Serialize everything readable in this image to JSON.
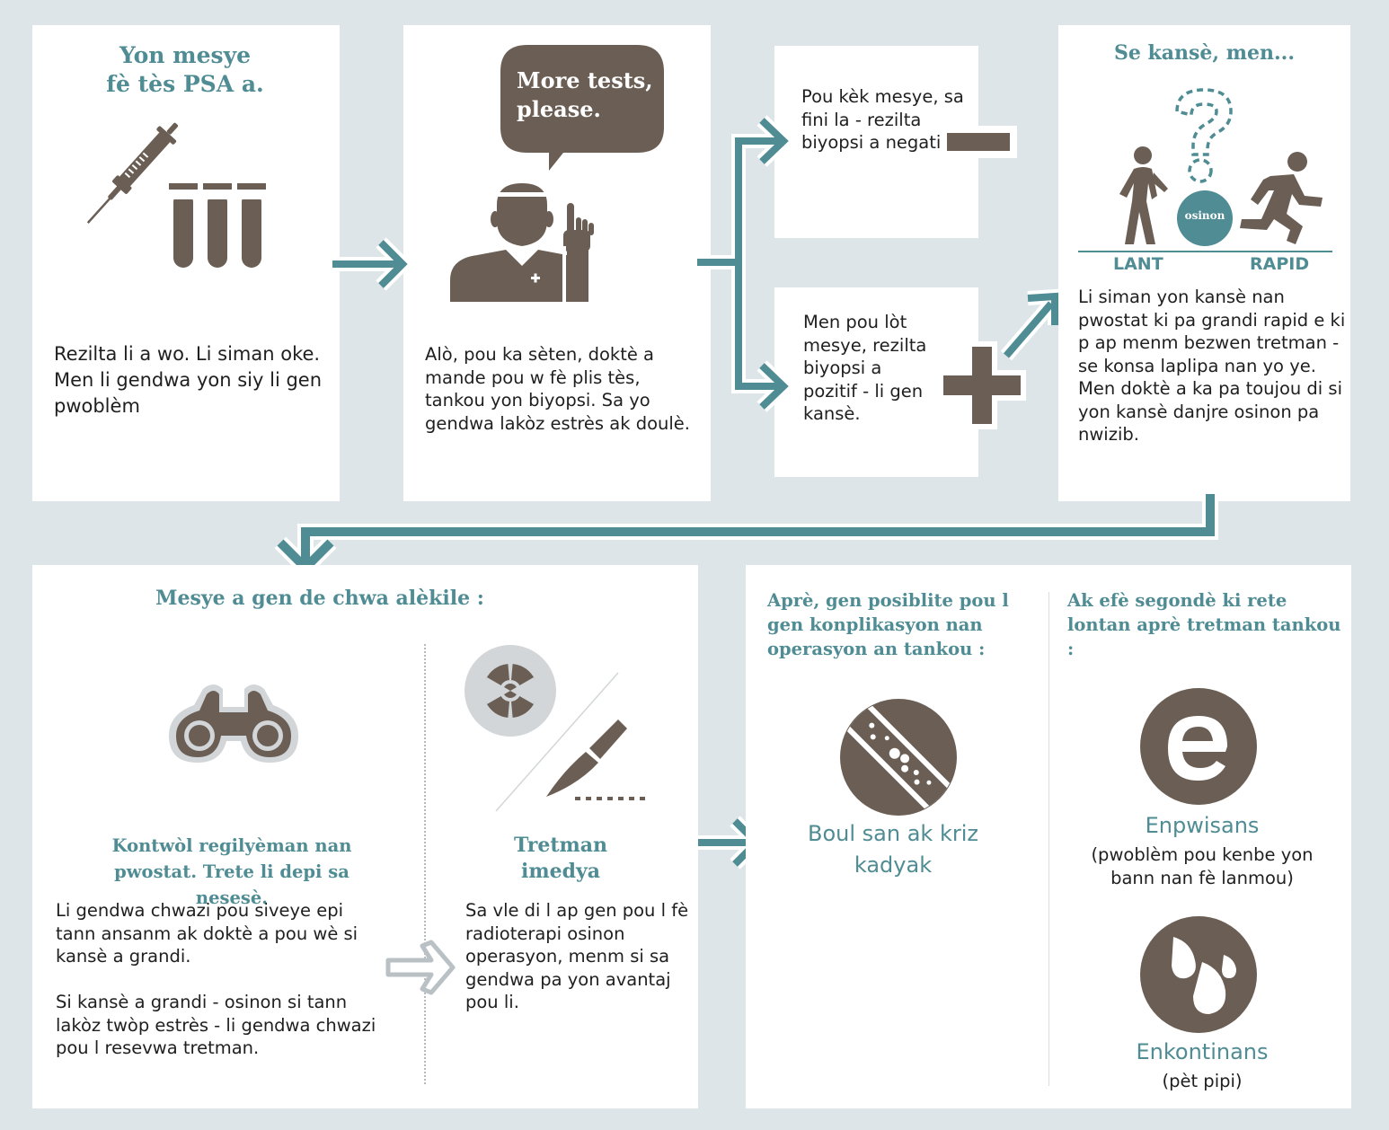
{
  "colors": {
    "teal": "#4f8c93",
    "brown": "#6b5f55",
    "background": "#dde5e8",
    "light_gray": "#d2d6d8"
  },
  "step1": {
    "title": "Yon mesye fè tès PSA a.",
    "text": "Rezilta li a wo. Li siman oke. Men li gendwa yon siy li gen pwoblèm",
    "icons": [
      "syringe-icon",
      "test-tubes-icon"
    ]
  },
  "step2": {
    "speech": "More tests, please.",
    "text": "Alò, pou ka sèten, doktè a mande pou w fè plis tès, tankou yon biyopsi. Sa yo gendwa lakòz estrès ak doulè.",
    "icons": [
      "doctor-icon",
      "speech-bubble-icon"
    ]
  },
  "negative": {
    "text": "Pou kèk mesye, sa fini la - rezilta biyopsi a negatif.",
    "icon": "minus-icon"
  },
  "positive": {
    "text": "Men pou lòt mesye, rezilta biyopsi a pozitif - li gen kansè.",
    "icon": "plus-icon"
  },
  "cancer": {
    "title": "Se kansè, men...",
    "or_label": "osinon",
    "slow_label": "LANT",
    "fast_label": "RAPID",
    "text": "Li siman yon kansè nan pwostat ki pa grandi rapid e ki p ap menm bezwen tretman - se konsa laplipa nan yo ye. Men doktè a ka pa toujou di si yon kansè danjre osinon pa nwizib.",
    "icons": [
      "walking-person-icon",
      "question-mark-icon",
      "running-person-icon"
    ]
  },
  "choices": {
    "title": "Mesye a gen de chwa alèkile :",
    "monitor": {
      "title": "Kontwòl regilyèman nan pwostat. Trete li depi sa nesesè.",
      "text1": "Li gendwa chwazi pou siveye epi tann ansanm ak doktè a pou wè si kansè a grandi.",
      "text2": "Si kansè a grandi - osinon si tann lakòz twòp estrès - li gendwa chwazi pou l resevwa tretman.",
      "icon": "binoculars-icon"
    },
    "treat": {
      "title": "Tretman imedya",
      "text": "Sa vle di l ap gen pou l fè radioterapi osinon operasyon, menm si sa gendwa pa yon avantaj pou li.",
      "icons": [
        "radiation-icon",
        "scalpel-icon"
      ]
    }
  },
  "complications": {
    "title": "Aprè, gen posiblite pou l gen konplikasyon nan operasyon an tankou :",
    "item": "Boul san ak kriz kadyak",
    "icon": "blood-clot-icon"
  },
  "side_effects": {
    "title": "Ak efè segondè ki rete lontan aprè tretman tankou :",
    "item1_title": "Enpwisans",
    "item1_desc": "(pwoblèm pou kenbe yon bann nan fè lanmou)",
    "item2_title": "Enkontinans",
    "item2_desc": "(pèt pipi)",
    "icons": [
      "impotence-icon",
      "incontinence-icon"
    ]
  }
}
